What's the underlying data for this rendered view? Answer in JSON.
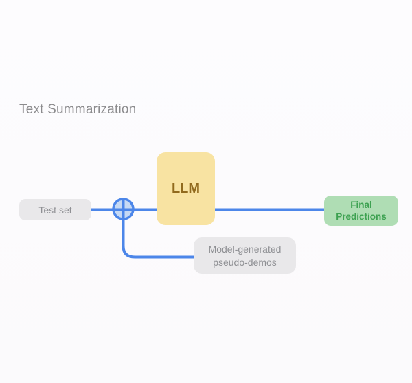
{
  "title": "Text Summarization",
  "nodes": {
    "test_set": {
      "label": "Test set"
    },
    "llm": {
      "label": "LLM"
    },
    "final_predictions": {
      "line1": "Final",
      "line2": "Predictions"
    },
    "pseudo_demos": {
      "line1": "Model-generated",
      "line2": "pseudo-demos"
    }
  },
  "icons": {
    "merge": "combine-plus-circle-icon"
  },
  "edges": [
    {
      "from": "test_set",
      "to": "combine_circle",
      "style": "straight"
    },
    {
      "from": "combine_circle",
      "to": "llm",
      "style": "straight"
    },
    {
      "from": "llm",
      "to": "final_predictions",
      "style": "straight"
    },
    {
      "from": "combine_circle",
      "to": "pseudo_demos",
      "style": "down-then-right-curve"
    }
  ],
  "colors": {
    "background": "#fcfbfd",
    "title_color": "#8b8b8d",
    "edge_blue": "#4c86e9",
    "circle_fill": "#c6d9f4",
    "gray_fill": "#e9e8ea",
    "gray_text": "#8f9094",
    "llm_fill": "#f8e3a2",
    "llm_text": "#916a1d",
    "green_fill": "#afddb4",
    "green_text": "#3da151"
  }
}
